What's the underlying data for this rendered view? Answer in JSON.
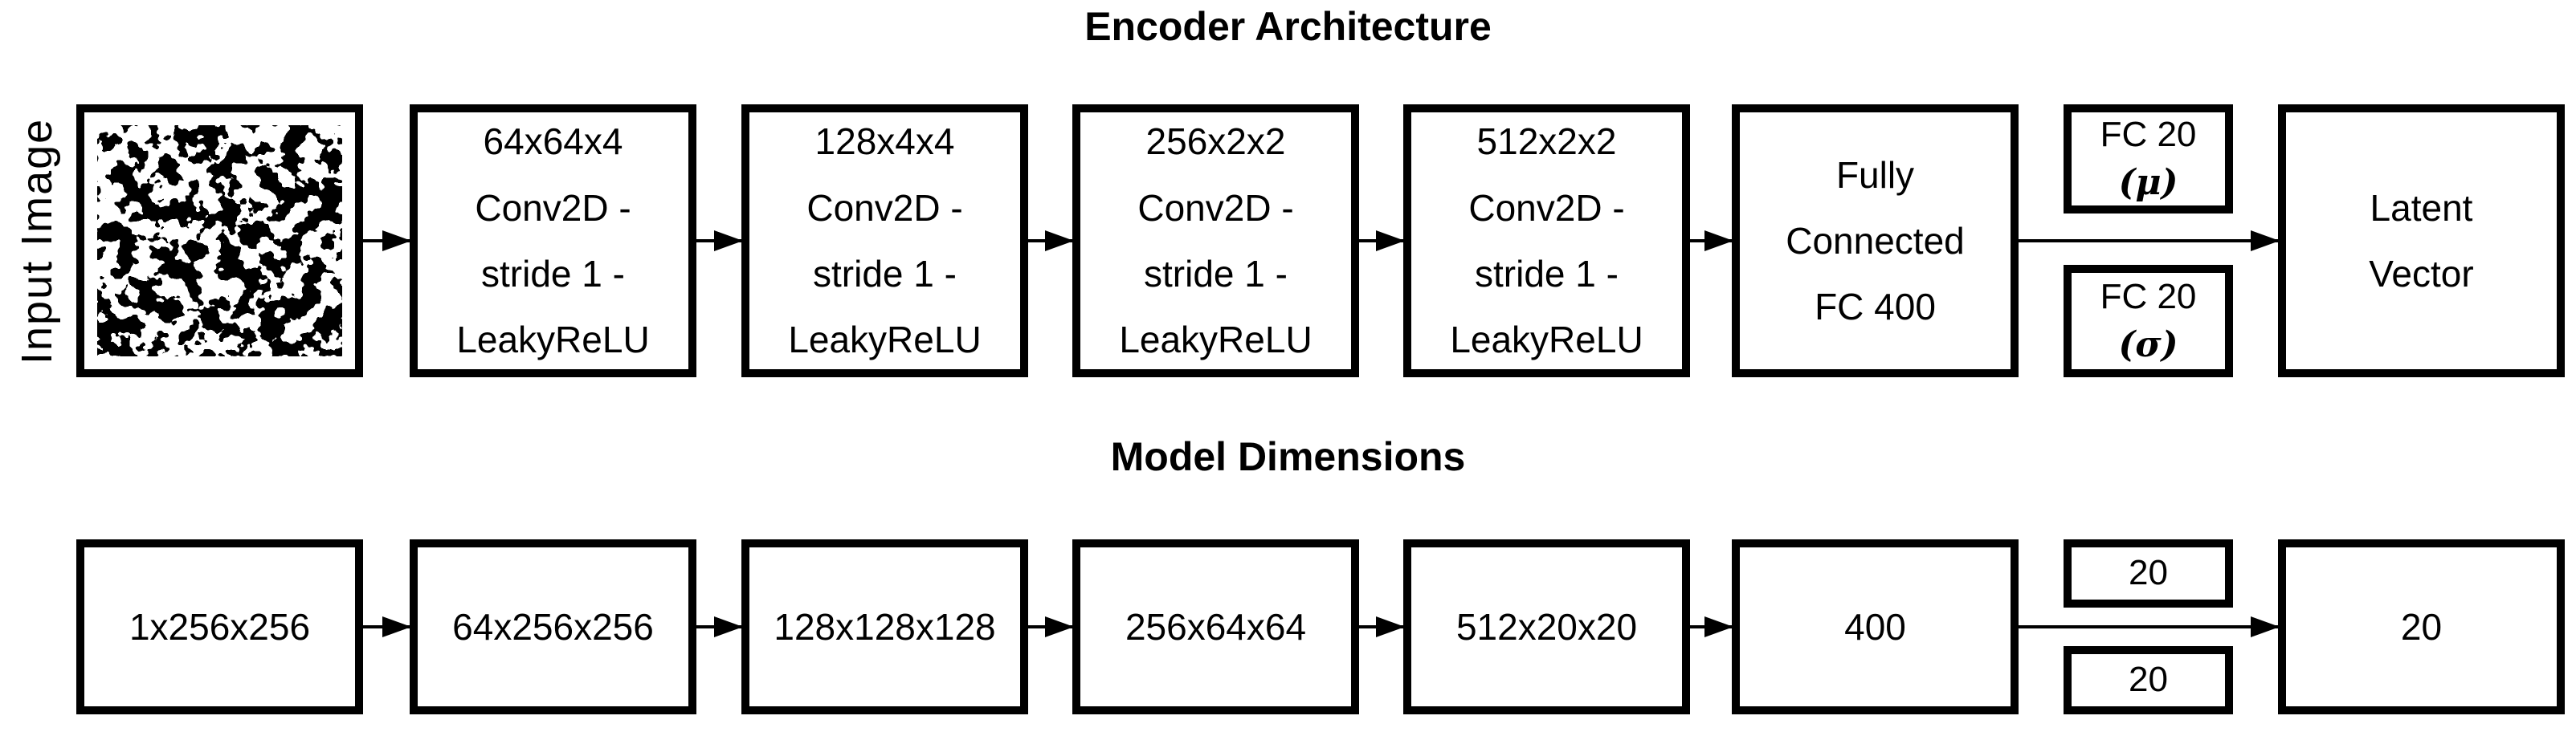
{
  "colors": {
    "stroke": "#000000",
    "background": "#ffffff"
  },
  "titles": {
    "encoder": "Encoder Architecture",
    "dimensions": "Model Dimensions"
  },
  "encoder_row": {
    "input_label": "Input Image",
    "conv_boxes": [
      {
        "lines": [
          "64x64x4",
          "Conv2D -",
          "stride 1 -",
          "LeakyReLU"
        ]
      },
      {
        "lines": [
          "128x4x4",
          "Conv2D -",
          "stride 1 -",
          "LeakyReLU"
        ]
      },
      {
        "lines": [
          "256x2x2",
          "Conv2D -",
          "stride 1 -",
          "LeakyReLU"
        ]
      },
      {
        "lines": [
          "512x2x2",
          "Conv2D -",
          "stride 1 -",
          "LeakyReLU"
        ]
      }
    ],
    "fc_box": {
      "lines": [
        "Fully",
        "Connected",
        "FC 400"
      ]
    },
    "mu_box": {
      "label": "FC 20",
      "symbol": "(μ)"
    },
    "sigma_box": {
      "label": "FC 20",
      "symbol": "(σ)"
    },
    "latent_box": {
      "lines": [
        "Latent",
        "Vector"
      ]
    }
  },
  "dimensions_row": {
    "boxes": [
      "1x256x256",
      "64x256x256",
      "128x128x128",
      "256x64x64",
      "512x20x20",
      "400"
    ],
    "mu_value": "20",
    "sigma_value": "20",
    "latent_value": "20"
  }
}
